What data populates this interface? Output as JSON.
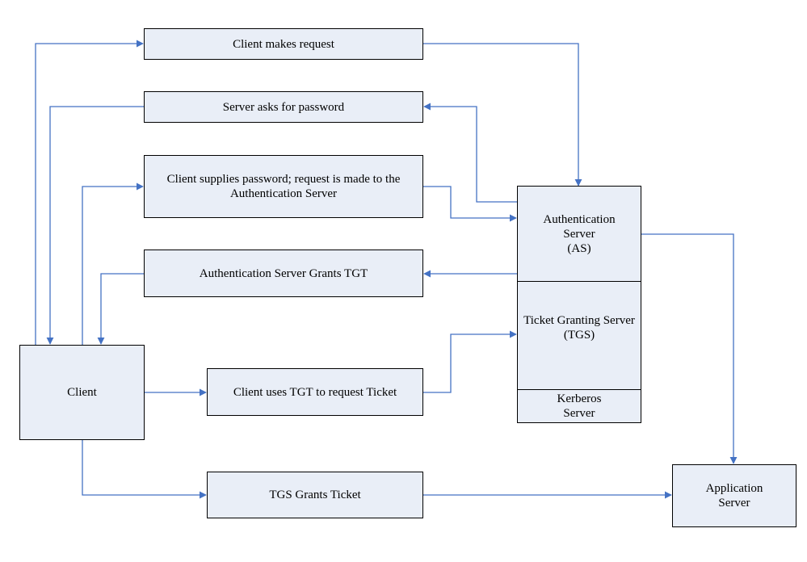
{
  "colors": {
    "box_fill": "#e9eef7",
    "arrow": "#4472c4",
    "border": "#000000"
  },
  "steps": {
    "request": "Client makes request",
    "ask_password": "Server asks for password",
    "supply_password": "Client supplies password; request is made to the\nAuthentication Server",
    "grant_tgt": "Authentication Server Grants TGT",
    "use_tgt": "Client uses TGT to request Ticket",
    "grant_ticket": "TGS Grants Ticket"
  },
  "nodes": {
    "client": "Client",
    "as": "Authentication\nServer\n(AS)",
    "tgs": "Ticket Granting Server\n(TGS)",
    "kerberos": "Kerberos\nServer",
    "app": "Application\nServer"
  }
}
